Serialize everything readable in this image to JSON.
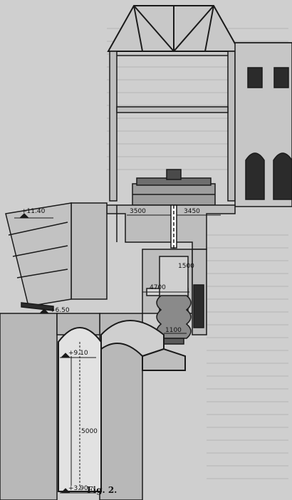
{
  "figure": {
    "caption": "Fig. 2.",
    "dimensions": {
      "d_left": "3500",
      "d_right": "3450",
      "d_shaft": "1500",
      "d_draft": "4700",
      "d_bottom": "1100",
      "d_tunnel": "5000"
    },
    "elevations": {
      "head_water": "+11.40",
      "lower": "+6.50",
      "tunnel_top": "+9.10",
      "tunnel_floor": "+3.90"
    }
  },
  "colors": {
    "background": "#cfcfcf",
    "ink": "#1a1a1a",
    "concrete": "#bdbdbd",
    "dark_fill": "#2b2b2b"
  }
}
